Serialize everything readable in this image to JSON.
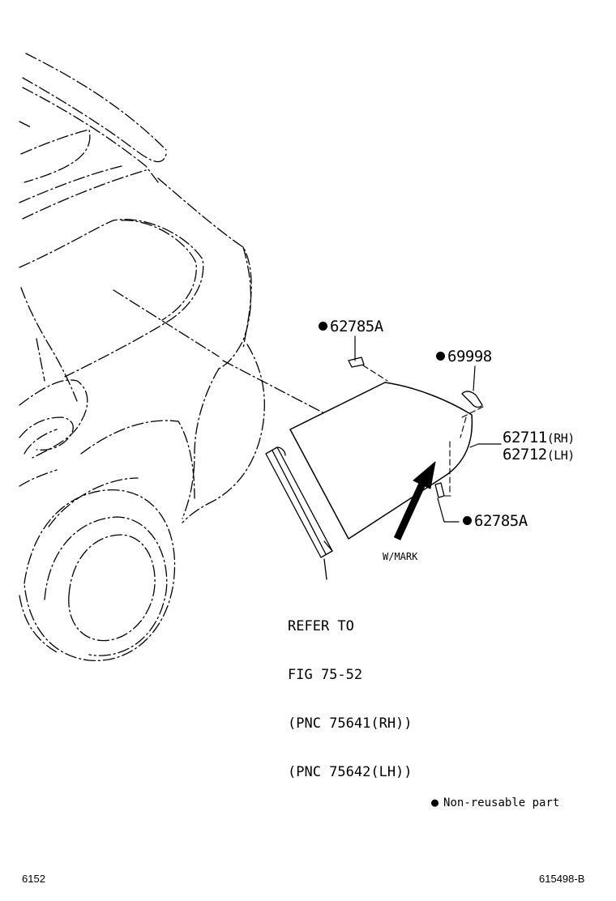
{
  "callouts": {
    "clip_top": {
      "bullet": true,
      "part_no": "62785A"
    },
    "pad": {
      "bullet": true,
      "part_no": "69998"
    },
    "glass_rh": {
      "part_no": "62711",
      "suffix": "(RH)"
    },
    "glass_lh": {
      "part_no": "62712",
      "suffix": "(LH)"
    },
    "clip_bottom": {
      "bullet": true,
      "part_no": "62785A"
    }
  },
  "w_mark_label": "W/MARK",
  "refer_note": {
    "lines": [
      "REFER TO",
      "FIG 75-52",
      "(PNC 75641(RH))",
      "(PNC 75642(LH))"
    ]
  },
  "legend": {
    "symbol": "●",
    "text": "Non-reusable part"
  },
  "footer": {
    "left_code": "6152",
    "right_code": "615498-B"
  }
}
